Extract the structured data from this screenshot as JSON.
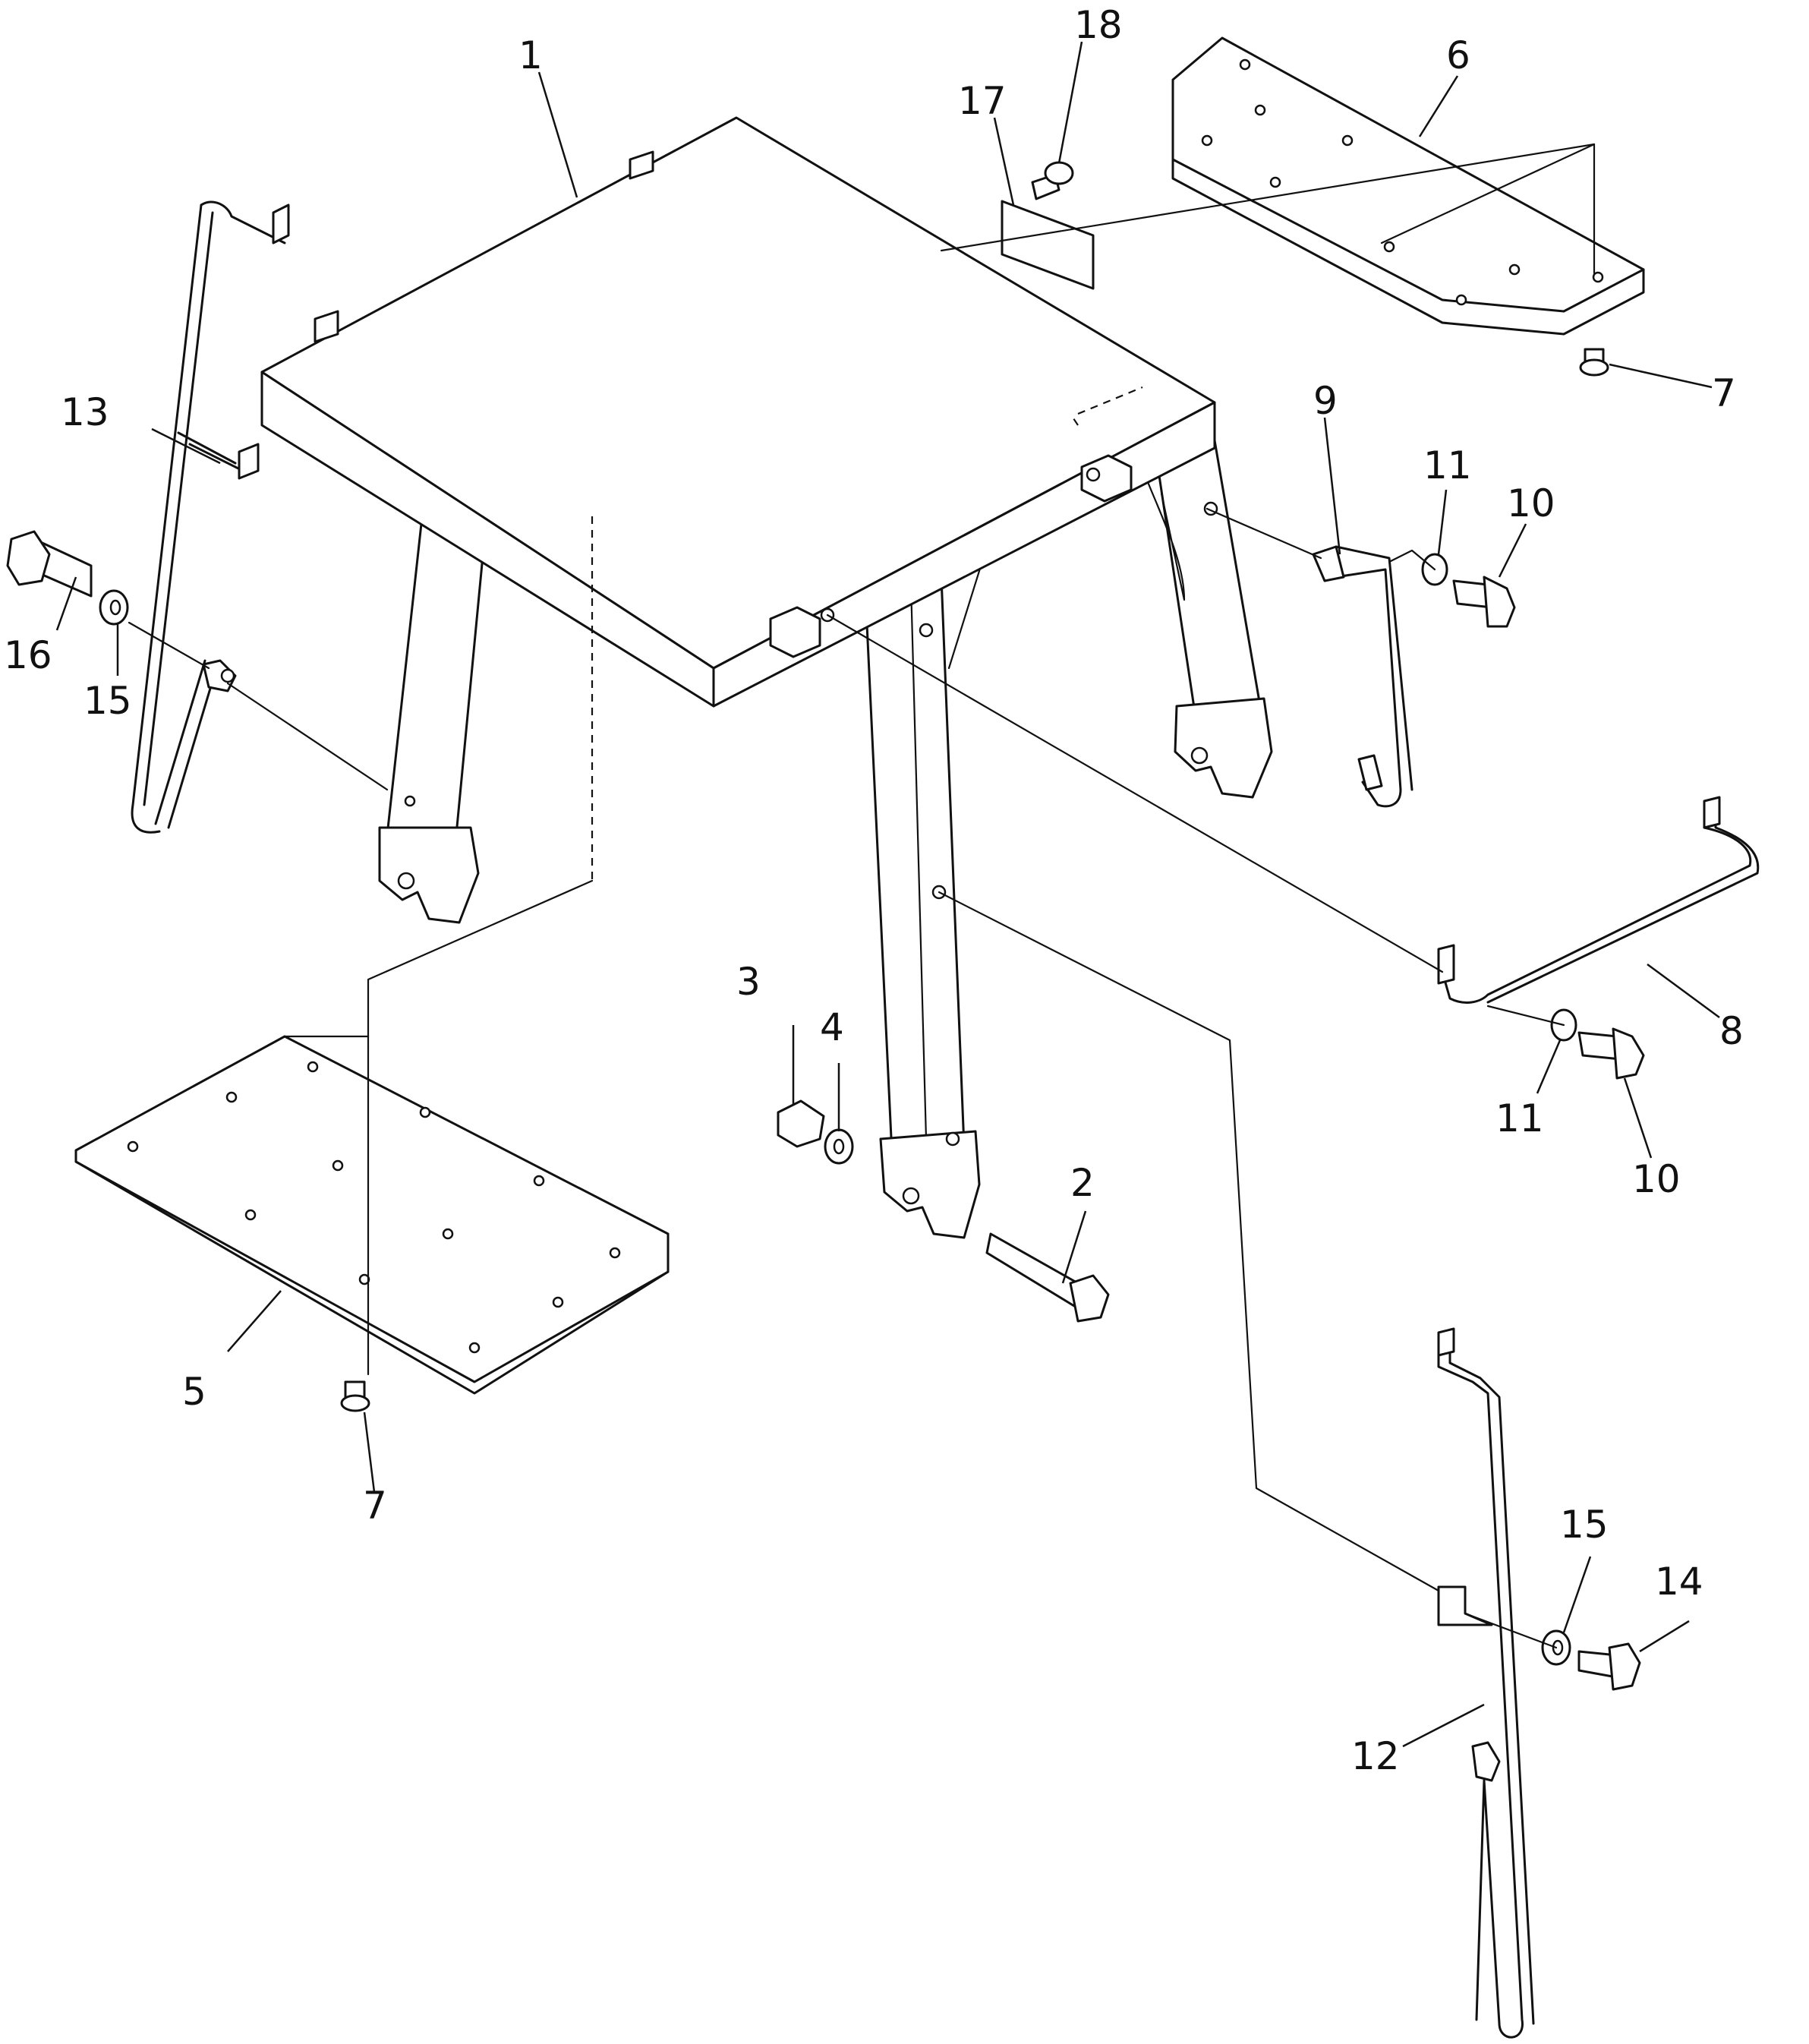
{
  "colors": {
    "ink": "#111111",
    "paper": "#ffffff"
  },
  "callouts": {
    "c1": "1",
    "c2": "2",
    "c3": "3",
    "c4": "4",
    "c5": "5",
    "c6": "6",
    "c7a": "7",
    "c7b": "7",
    "c8": "8",
    "c9": "9",
    "c10a": "10",
    "c10b": "10",
    "c11a": "11",
    "c11b": "11",
    "c12": "12",
    "c13": "13",
    "c14": "14",
    "c15a": "15",
    "c15b": "15",
    "c16": "16",
    "c17": "17",
    "c18": "18"
  }
}
